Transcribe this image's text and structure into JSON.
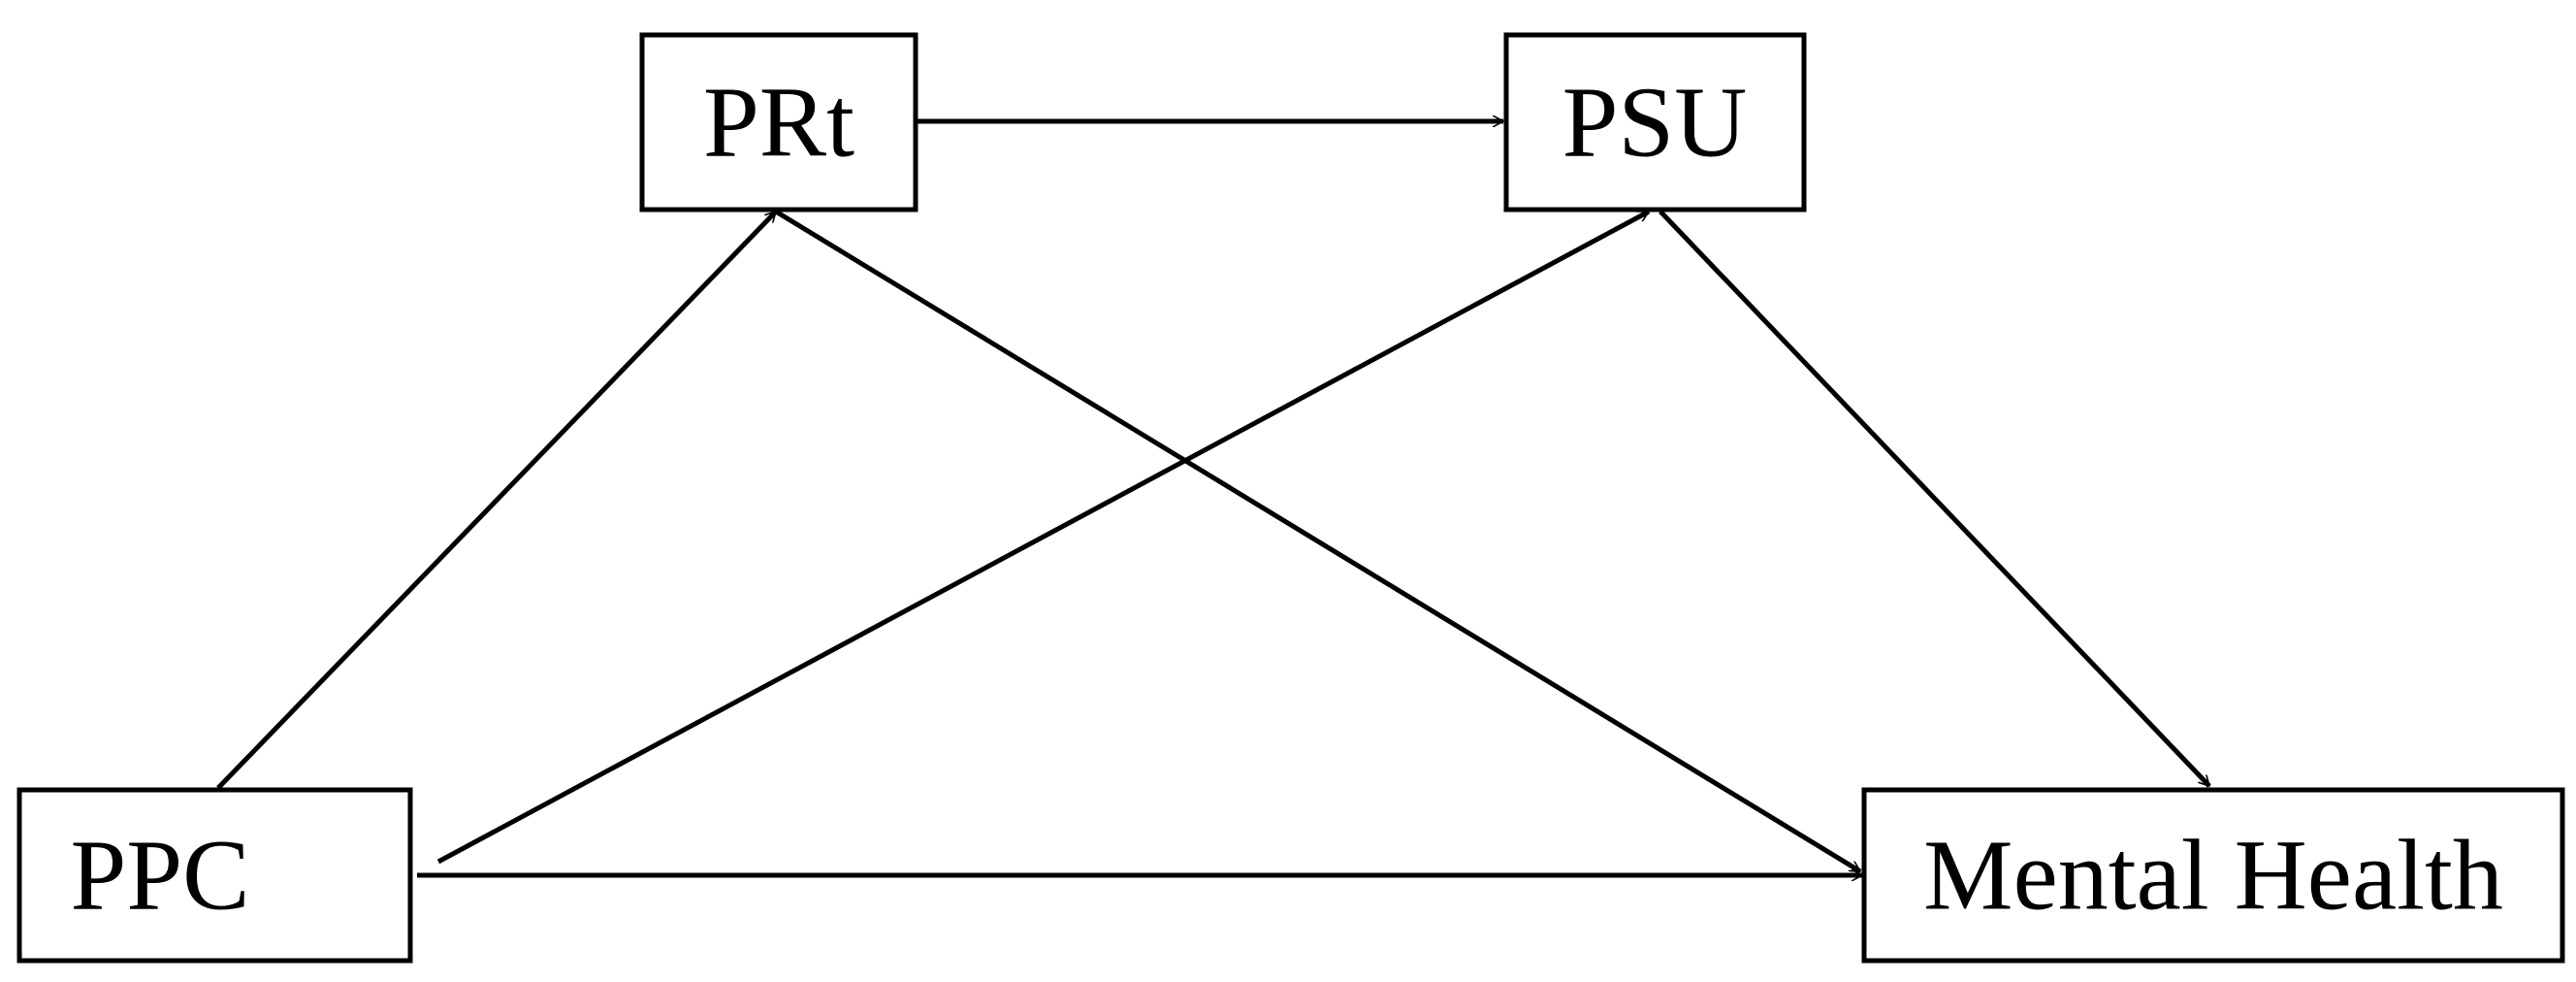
{
  "nodes": {
    "prt": {
      "label": "PRt"
    },
    "psu": {
      "label": "PSU"
    },
    "ppc": {
      "label": "PPC"
    },
    "mental_health": {
      "label": "Mental Health"
    }
  },
  "edges": [
    {
      "from": "ppc",
      "to": "prt"
    },
    {
      "from": "ppc",
      "to": "psu"
    },
    {
      "from": "ppc",
      "to": "mental_health"
    },
    {
      "from": "prt",
      "to": "psu"
    },
    {
      "from": "prt",
      "to": "mental_health"
    },
    {
      "from": "psu",
      "to": "mental_health"
    }
  ],
  "colors": {
    "stroke": "#000000",
    "background": "#ffffff"
  }
}
